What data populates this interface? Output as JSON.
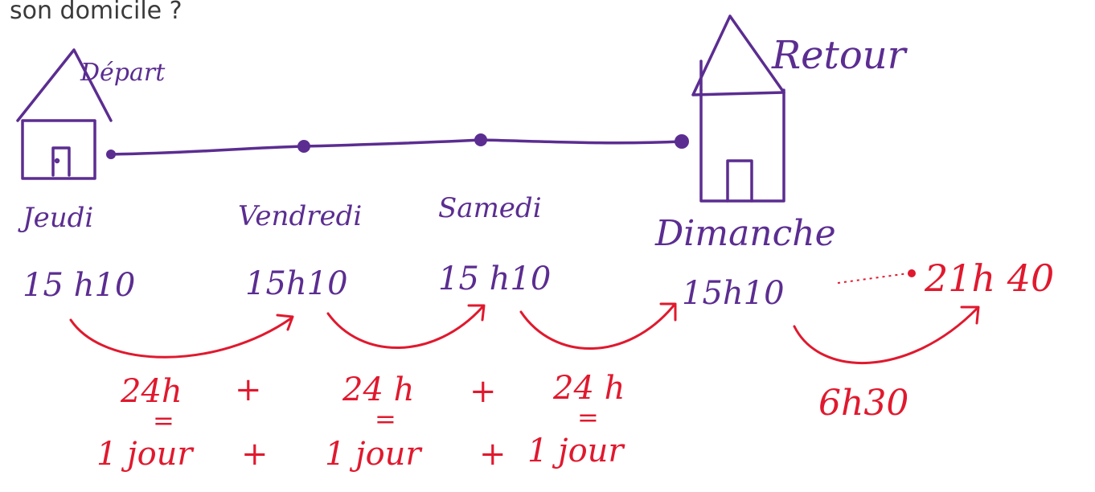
{
  "question": "son domicile ?",
  "houses": {
    "departure_label": "Départ",
    "return_label": "Retour"
  },
  "timeline": {
    "days": [
      {
        "day": "Jeudi",
        "time": "15 h10"
      },
      {
        "day": "Vendredi",
        "time": "15h10"
      },
      {
        "day": "Samedi",
        "time": "15 h10"
      },
      {
        "day": "Dimanche",
        "time": "15h10"
      }
    ],
    "final_time": "21h 40"
  },
  "intervals": [
    {
      "hours": "24h",
      "equals": "=",
      "day_equiv": "1 jour"
    },
    {
      "hours": "24 h",
      "equals": "=",
      "day_equiv": "1 jour"
    },
    {
      "hours": "24 h",
      "equals": "=",
      "day_equiv": "1 jour"
    }
  ],
  "operators": {
    "hours_row": [
      "+",
      "+"
    ],
    "days_row": [
      "+",
      "+"
    ]
  },
  "extra_interval": {
    "duration": "6h30"
  },
  "colors": {
    "timeline": "#5b2d91",
    "annotations": "#e0192e",
    "question": "#3a3a3a"
  }
}
